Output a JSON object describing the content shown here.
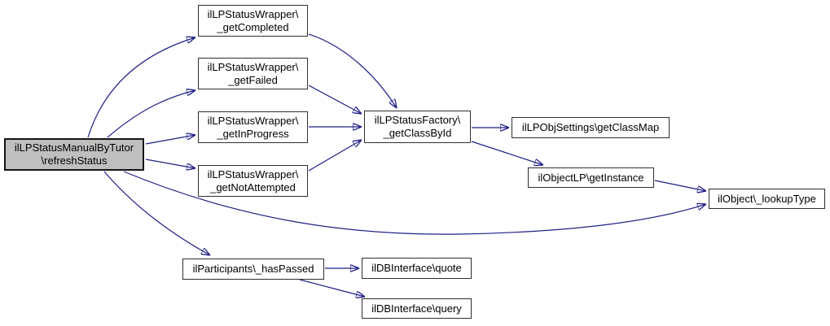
{
  "diagram": {
    "type": "call-graph",
    "edge_color": "#1f1f87",
    "highlight_fill": "#bfbfbf",
    "nodes": {
      "refreshStatus": {
        "line1": "ilLPStatusManualByTutor",
        "line2": "\\refreshStatus"
      },
      "getCompleted": {
        "line1": "ilLPStatusWrapper\\",
        "line2": "_getCompleted"
      },
      "getFailed": {
        "line1": "ilLPStatusWrapper\\",
        "line2": "_getFailed"
      },
      "getInProgress": {
        "line1": "ilLPStatusWrapper\\",
        "line2": "_getInProgress"
      },
      "getNotAttempted": {
        "line1": "ilLPStatusWrapper\\",
        "line2": "_getNotAttempted"
      },
      "getClassById": {
        "line1": "ilLPStatusFactory\\",
        "line2": "_getClassById"
      },
      "getClassMap": {
        "label": "ilLPObjSettings\\getClassMap"
      },
      "getInstance": {
        "label": "ilObjectLP\\getInstance"
      },
      "lookupType": {
        "label": "ilObject\\_lookupType"
      },
      "hasPassed": {
        "label": "ilParticipants\\_hasPassed"
      },
      "quote": {
        "label": "ilDBInterface\\quote"
      },
      "query": {
        "label": "ilDBInterface\\query"
      }
    },
    "edges": [
      {
        "from": "refreshStatus",
        "to": "getCompleted"
      },
      {
        "from": "refreshStatus",
        "to": "getFailed"
      },
      {
        "from": "refreshStatus",
        "to": "getInProgress"
      },
      {
        "from": "refreshStatus",
        "to": "getNotAttempted"
      },
      {
        "from": "refreshStatus",
        "to": "hasPassed"
      },
      {
        "from": "refreshStatus",
        "to": "lookupType"
      },
      {
        "from": "getCompleted",
        "to": "getClassById"
      },
      {
        "from": "getFailed",
        "to": "getClassById"
      },
      {
        "from": "getInProgress",
        "to": "getClassById"
      },
      {
        "from": "getNotAttempted",
        "to": "getClassById"
      },
      {
        "from": "getClassById",
        "to": "getClassMap"
      },
      {
        "from": "getClassById",
        "to": "getInstance"
      },
      {
        "from": "getInstance",
        "to": "lookupType"
      },
      {
        "from": "hasPassed",
        "to": "quote"
      },
      {
        "from": "hasPassed",
        "to": "query"
      }
    ]
  }
}
